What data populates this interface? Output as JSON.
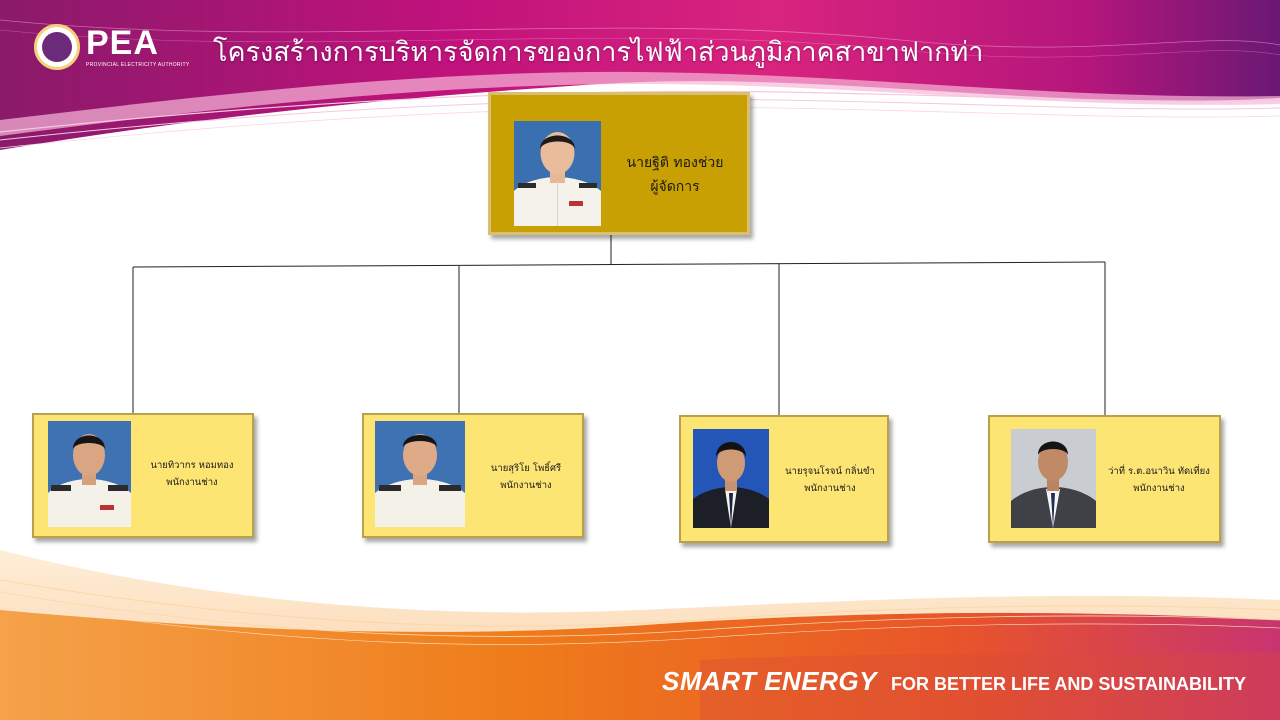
{
  "header": {
    "logo_text": "PEA",
    "logo_subtitle": "PROVINCIAL ELECTRICITY AUTHORITY",
    "title": "โครงสร้างการบริหารจัดการของการไฟฟ้าส่วนภูมิภาคสาขาฟากท่า"
  },
  "manager": {
    "name": "นายฐิติ  ทองช่วย",
    "position": "ผู้จัดการ"
  },
  "staff": [
    {
      "name": "นายทิวากร หอมทอง",
      "position": "พนักงานช่าง"
    },
    {
      "name": "นายสุริโย  โพธิ์ศรี",
      "position": "พนักงานช่าง"
    },
    {
      "name": "นายรุจนโรจน์ กลิ่นขำ",
      "position": "พนักงานช่าง"
    },
    {
      "name": "ว่าที่ ร.ต.อนาวิน ทัดเที่ยง",
      "position": "พนักงานช่าง"
    }
  ],
  "footer": {
    "slogan_main": "SMART ENERGY",
    "slogan_rest": "FOR BETTER LIFE AND SUSTAINABILITY"
  },
  "colors": {
    "manager_box": "#c9a003",
    "staff_box": "#fde574",
    "header_magenta": "#b0127a",
    "footer_orange": "#f28a1e"
  },
  "icons": {
    "logo": "pea-seal-icon",
    "person_uniform": "person-photo-white-uniform",
    "person_suit": "person-photo-suit"
  }
}
